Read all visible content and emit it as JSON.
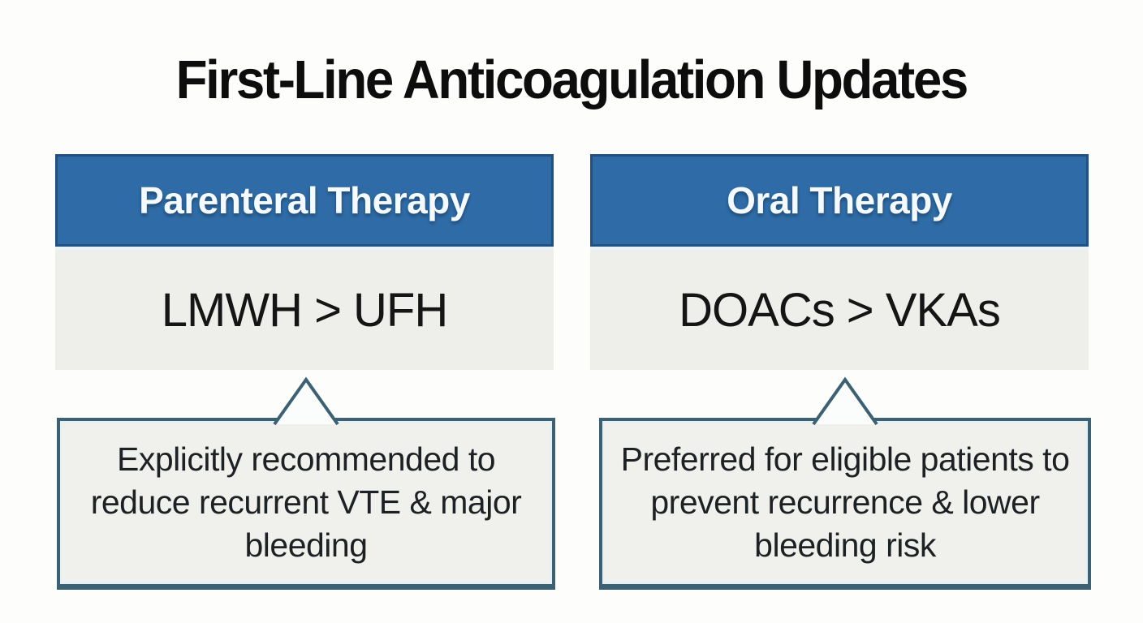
{
  "title": "First-Line Anticoagulation Updates",
  "columns": [
    {
      "header": "Parenteral Therapy",
      "comparison": "LMWH > UFH",
      "note": "Explicitly recommended to reduce recurrent VTE & major bleeding"
    },
    {
      "header": "Oral Therapy",
      "comparison": "DOACs > VKAs",
      "note": "Preferred for eligible patients to prevent recurrence & lower bleeding risk"
    }
  ],
  "colors": {
    "header_bg": "#2f6ca7",
    "header_border": "#215081",
    "body_bg": "#eeeeea",
    "callout_bg": "#f0f0ed",
    "callout_border": "#3b6173",
    "text": "#151515"
  }
}
